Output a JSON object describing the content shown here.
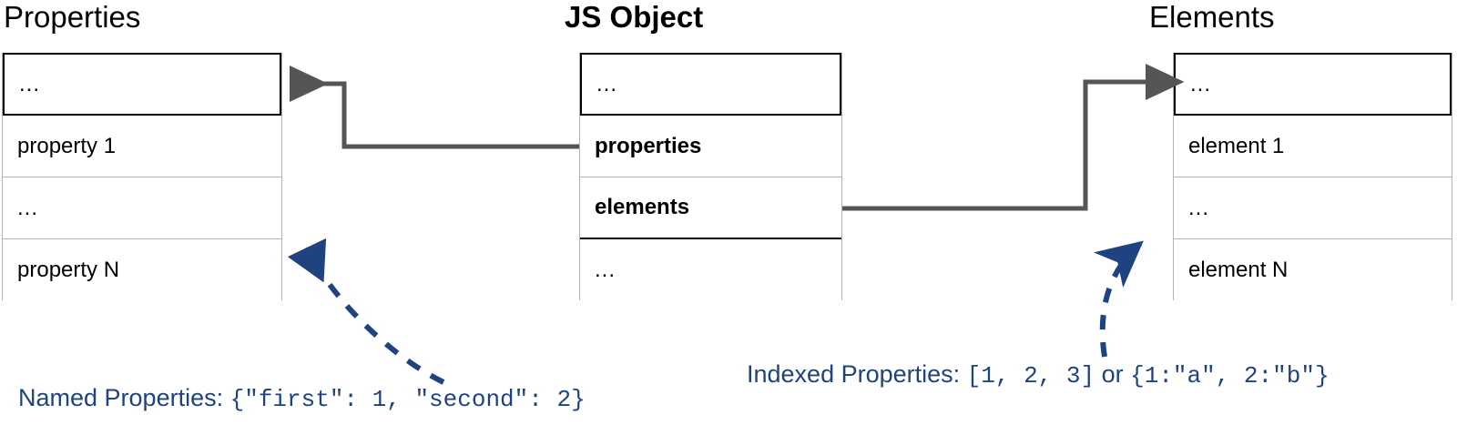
{
  "diagram": {
    "title_properties": "Properties",
    "title_jsobject": "JS Object",
    "title_elements": "Elements",
    "accent_blue": "#1e4380",
    "wire_gray": "#555555",
    "border_gray": "#b3b3b3",
    "border_dark": "#000000"
  },
  "properties_table": {
    "rows": [
      {
        "label": "...",
        "style": "header"
      },
      {
        "label": "property 1",
        "style": "normal"
      },
      {
        "label": "...",
        "style": "normal"
      },
      {
        "label": "property N",
        "style": "normal"
      }
    ]
  },
  "jsobject_table": {
    "rows": [
      {
        "label": "...",
        "style": "header"
      },
      {
        "label": "properties",
        "style": "bold"
      },
      {
        "label": "elements",
        "style": "bold"
      },
      {
        "label": "...",
        "style": "normal"
      }
    ]
  },
  "elements_table": {
    "rows": [
      {
        "label": "...",
        "style": "header"
      },
      {
        "label": "element 1",
        "style": "normal"
      },
      {
        "label": "...",
        "style": "normal"
      },
      {
        "label": "element N",
        "style": "normal"
      }
    ]
  },
  "captions": {
    "named_label": "Named Properties: ",
    "named_code": "{\"first\": 1, \"second\": 2}",
    "indexed_label": "Indexed Properties: ",
    "indexed_code_a": "[1, 2, 3]",
    "indexed_or": " or ",
    "indexed_code_b": "{1:\"a\", 2:\"b\"}"
  }
}
